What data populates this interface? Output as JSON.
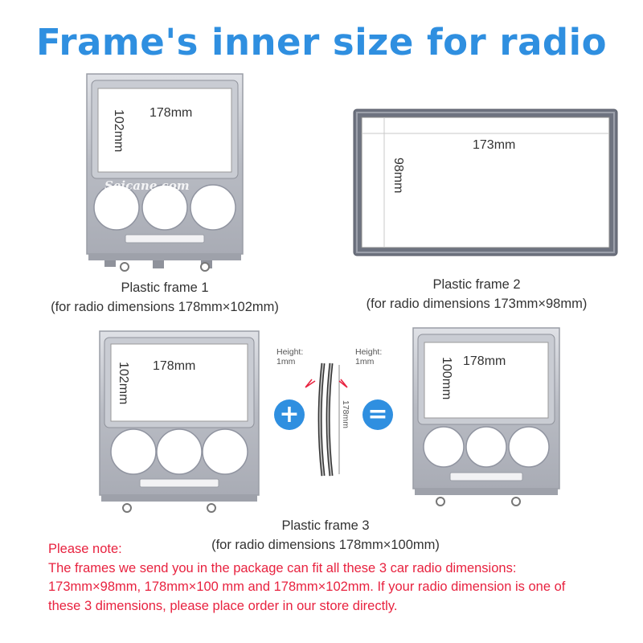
{
  "title": "Frame's inner size for radio",
  "watermark": "Seicane.com",
  "frame1": {
    "width": "178mm",
    "height": "102mm",
    "caption_line1": "Plastic frame 1",
    "caption_line2": "(for radio dimensions 178mm×102mm)"
  },
  "frame2": {
    "width": "173mm",
    "height": "98mm",
    "caption_line1": "Plastic frame 2",
    "caption_line2": "(for radio dimensions 173mm×98mm)"
  },
  "frame3": {
    "width": "178mm",
    "height": "102mm",
    "result_width": "178mm",
    "result_height": "100mm",
    "caption_line1": "Plastic frame 3",
    "caption_line2": "(for radio dimensions 178mm×100mm)"
  },
  "strips": {
    "height_label_left": "Height:",
    "height_value_left": "1mm",
    "height_label_right": "Height:",
    "height_value_right": "1mm",
    "length": "178mm"
  },
  "operators": {
    "plus": "+",
    "equals": "="
  },
  "note": {
    "heading": "Please note:",
    "line1": "The frames we send you in the package can fit all these 3 car radio dimensions:",
    "line2": "173mm×98mm,  178mm×100 mm and  178mm×102mm. If your radio dimension is one of",
    "line3": "these 3 dimensions, please place order in our store directly."
  },
  "colors": {
    "accent": "#2f8fe0",
    "note": "#e8223f",
    "frame": "#b9bcc4"
  }
}
